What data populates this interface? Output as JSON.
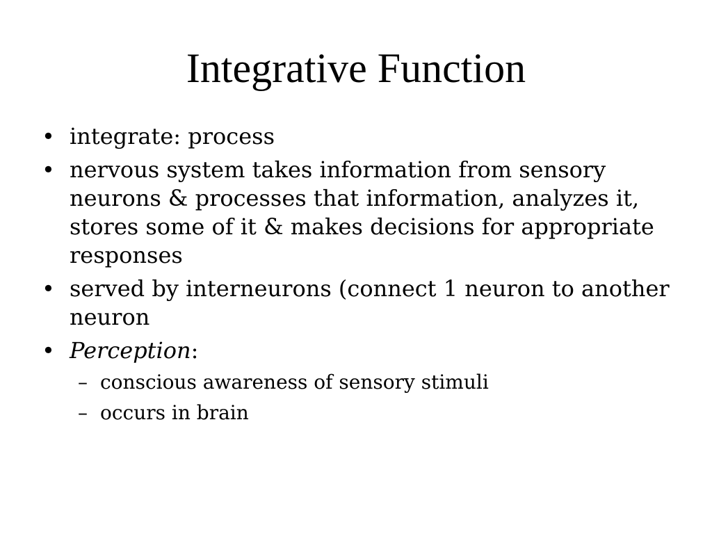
{
  "slide": {
    "title": "Integrative Function",
    "bullets": [
      {
        "marker": "•",
        "text": "integrate: process"
      },
      {
        "marker": "•",
        "text": "nervous system takes information from sensory neurons & processes that information, analyzes it, stores some of it & makes decisions for appropriate responses"
      },
      {
        "marker": "•",
        "text": "served by interneurons (connect 1 neuron to another neuron"
      },
      {
        "marker": "•",
        "italic_text": "Perception",
        "suffix": ":"
      }
    ],
    "sub_bullets": [
      {
        "marker": "–",
        "text": " conscious awareness of sensory stimuli"
      },
      {
        "marker": "–",
        "text": "occurs in brain"
      }
    ]
  }
}
